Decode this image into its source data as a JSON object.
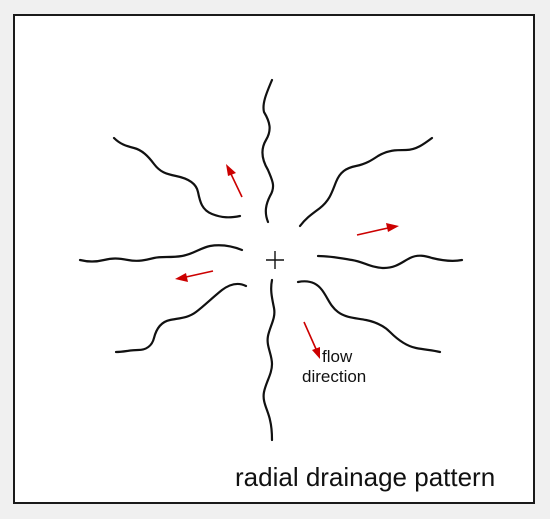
{
  "diagram": {
    "title": "radial drainage pattern",
    "annotation": {
      "line1": "flow",
      "line2": "direction"
    },
    "center_marker": "+",
    "colors": {
      "streams": "#111111",
      "arrows": "#cc0000",
      "border": "#1a1a1a",
      "background": "#ffffff"
    }
  }
}
